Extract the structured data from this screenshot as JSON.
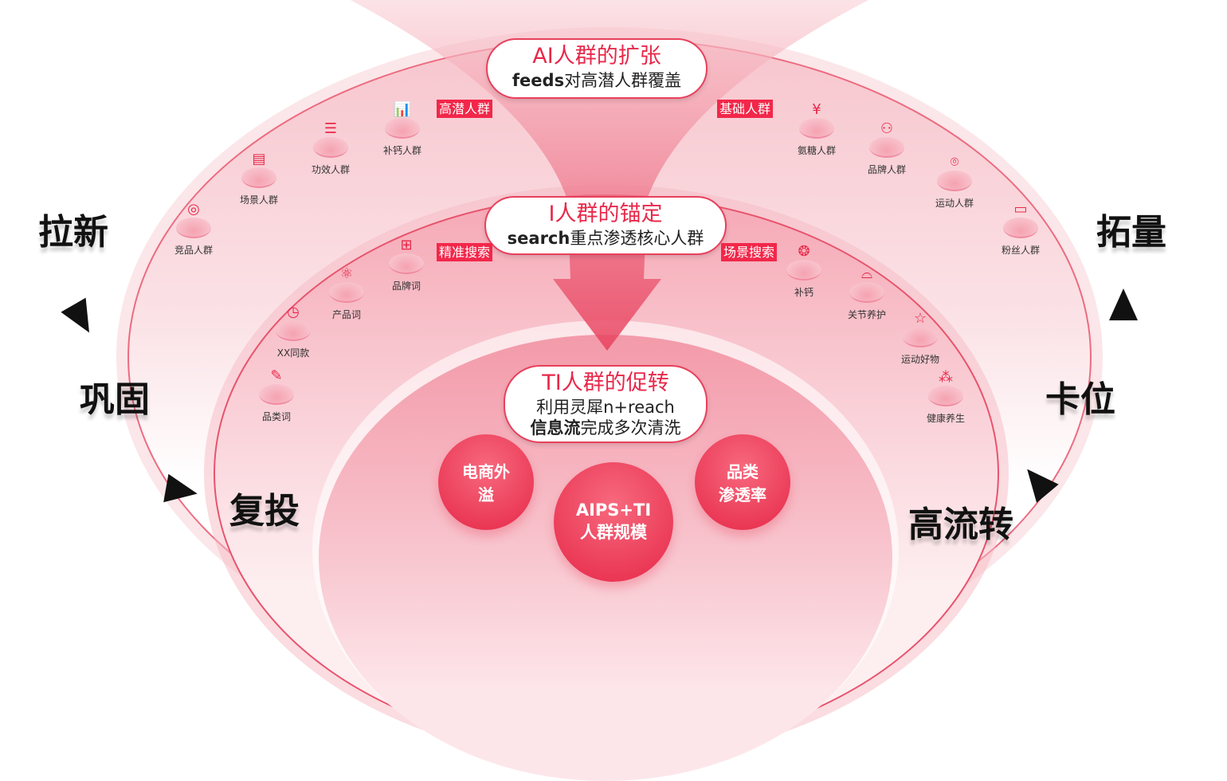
{
  "layers": {
    "outer": {
      "title": "AI人群的扩张",
      "sub_bold": "feeds",
      "sub": "对高潜人群覆盖",
      "tag_left": "高潜人群",
      "tag_right": "基础人群",
      "left_items": [
        {
          "label": "补钙人群",
          "icon": "bar-chart-icon"
        },
        {
          "label": "功效人群",
          "icon": "server-icon"
        },
        {
          "label": "场景人群",
          "icon": "document-network-icon"
        },
        {
          "label": "竞品人群",
          "icon": "database-icon"
        }
      ],
      "right_items": [
        {
          "label": "氨糖人群",
          "icon": "yen-icon"
        },
        {
          "label": "品牌人群",
          "icon": "users-icon"
        },
        {
          "label": "运动人群",
          "icon": "location-pin-icon"
        },
        {
          "label": "粉丝人群",
          "icon": "monitor-chart-icon"
        }
      ]
    },
    "middle": {
      "title": "I人群的锚定",
      "sub_bold": "search",
      "sub": "重点渗透核心人群",
      "tag_left": "精准搜索",
      "tag_right": "场景搜索",
      "left_items": [
        {
          "label": "品牌词",
          "icon": "grid-icon"
        },
        {
          "label": "产品词",
          "icon": "atom-icon"
        },
        {
          "label": "XX同款",
          "icon": "timer-icon"
        },
        {
          "label": "品类词",
          "icon": "edit-icon"
        }
      ],
      "right_items": [
        {
          "label": "补钙",
          "icon": "orbit-icon"
        },
        {
          "label": "关节养护",
          "icon": "vr-icon"
        },
        {
          "label": "运动好物",
          "icon": "star-card-icon"
        },
        {
          "label": "健康养生",
          "icon": "circles-icon"
        }
      ]
    },
    "inner": {
      "title": "TI人群的促转",
      "line1": "利用灵犀n+reach",
      "line2_bold": "信息流",
      "line2": "完成多次清洗"
    }
  },
  "circles": [
    {
      "l1": "电商外",
      "l2": "溢"
    },
    {
      "l1": "AIPS+TI",
      "l2": "人群规模"
    },
    {
      "l1": "品类",
      "l2": "渗透率"
    }
  ],
  "sides": {
    "l1": "拉新",
    "l2": "巩固",
    "l3": "复投",
    "r1": "拓量",
    "r2": "卡位",
    "r3": "高流转"
  }
}
